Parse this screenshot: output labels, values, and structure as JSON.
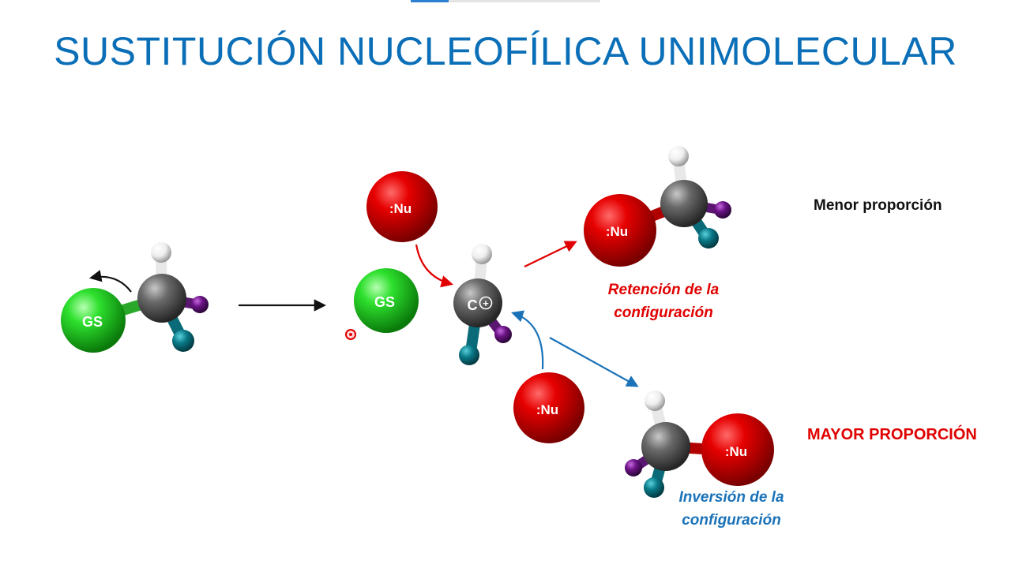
{
  "slide": {
    "title": "SUSTITUCIÓN NUCLEOFÍLICA UNIMOLECULAR",
    "labels": {
      "gs_reactant": "GS",
      "gs_leaving": "GS",
      "carbocation": "C",
      "carbocation_charge": "+",
      "nu_top": ":Nu",
      "nu_bottom": ":Nu",
      "nu_product_retention": ":Nu",
      "nu_product_inversion": ":Nu",
      "retention_line1": "Retención de la",
      "retention_line2": "configuración",
      "inversion_line1": "Inversión de la",
      "inversion_line2": "configuración",
      "minor": "Menor proporción",
      "major": "MAYOR PROPORCIÓN"
    },
    "colors": {
      "title": "#0b6fb8",
      "nucleophile": "#e00000",
      "leaving_group": "#22cc22",
      "carbon": "#555555",
      "hydrogen": "#ffffff",
      "teal_substituent": "#0a6a78",
      "purple_substituent": "#6a1385",
      "retention_arrow": "#e00000",
      "inversion_arrow": "#1a72b8",
      "reaction_arrow": "#111111",
      "minor_label": "#111111",
      "major_label": "#e00000"
    }
  }
}
